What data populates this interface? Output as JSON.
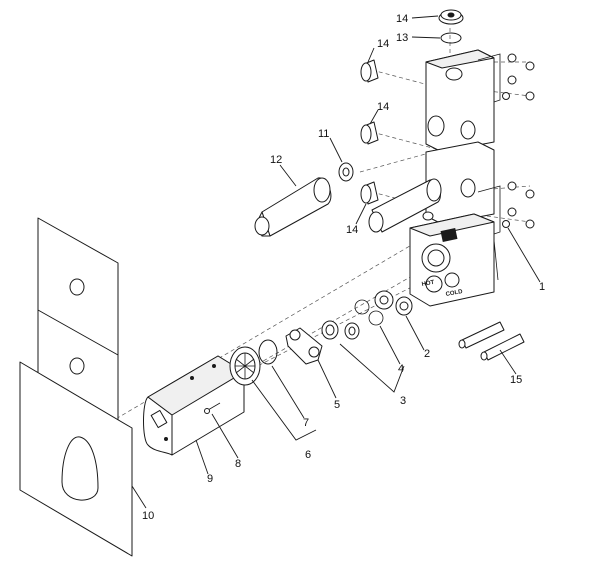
{
  "diagram": {
    "callouts": [
      "14",
      "13",
      "14",
      "14",
      "11",
      "12",
      "14",
      "1",
      "2",
      "4",
      "3",
      "5",
      "15",
      "7",
      "6",
      "8",
      "9",
      "10"
    ],
    "body_labels": [
      "HOT",
      "COLD"
    ],
    "colors": {
      "ink": "#1a1a1a",
      "paper": "#ffffff"
    }
  }
}
